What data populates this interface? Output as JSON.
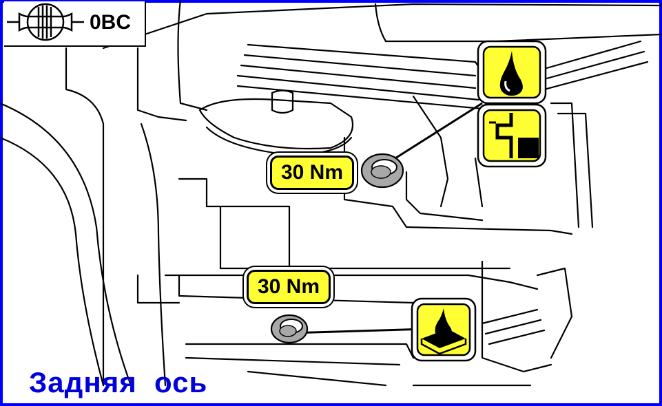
{
  "header": {
    "code": "0BC"
  },
  "torque_labels": {
    "upper": "30 Nm",
    "lower": "30 Nm"
  },
  "caption": "Задняя  ось",
  "colors": {
    "border": "#0000ff",
    "caption": "#0000dd",
    "badge": "#ffff33",
    "plug": "#a8a8a8"
  },
  "icons": [
    "axle-shaft-icon",
    "oil-drop-icon",
    "fill-level-icon",
    "drain-oil-icon"
  ]
}
